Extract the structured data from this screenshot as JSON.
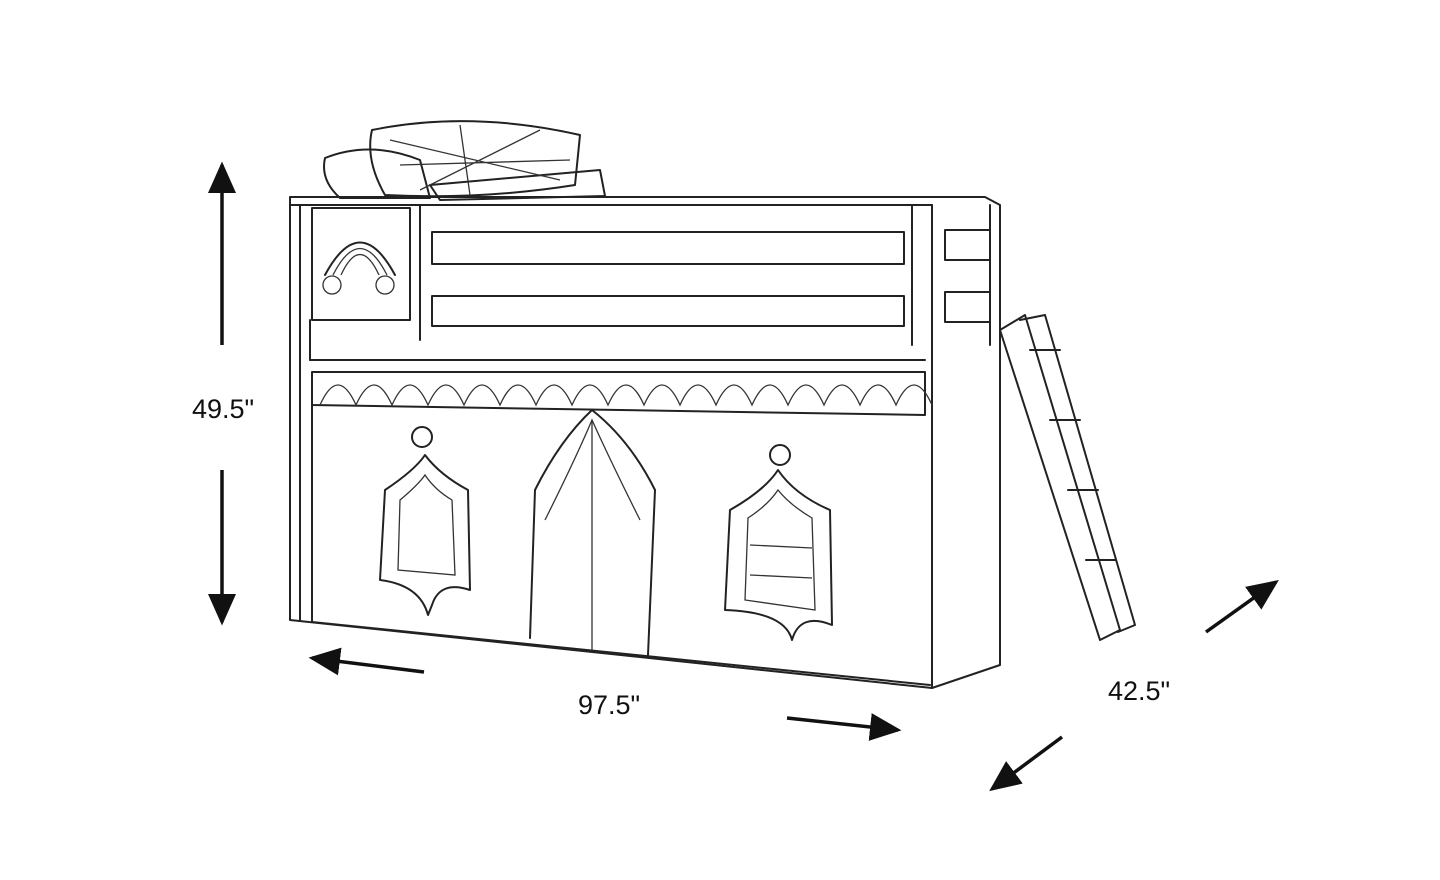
{
  "dimensions": {
    "height": "49.5\"",
    "width": "97.5\"",
    "depth": "42.5\""
  },
  "colors": {
    "line": "#222222",
    "background": "#ffffff"
  }
}
